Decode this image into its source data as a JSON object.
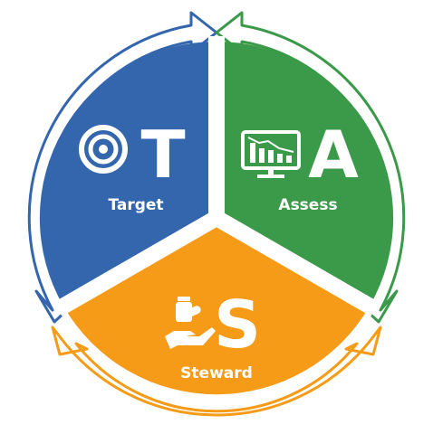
{
  "segments": [
    {
      "key": "target",
      "letter": "T",
      "label": "Target",
      "color": "#3466ae",
      "arrow_color": "#3466ae",
      "icon": "target-icon"
    },
    {
      "key": "assess",
      "letter": "A",
      "label": "Assess",
      "color": "#3b9a49",
      "arrow_color": "#3b9a49",
      "icon": "monitor-chart-icon"
    },
    {
      "key": "steward",
      "letter": "S",
      "label": "Steward",
      "color": "#f59b17",
      "arrow_color": "#f59b17",
      "icon": "hand-pill-icon"
    }
  ]
}
